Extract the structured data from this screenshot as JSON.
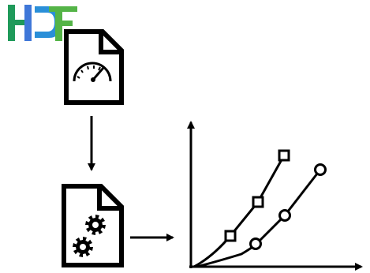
{
  "logo": {
    "text": "HDF",
    "colors": {
      "h_left": "#1f9a5a",
      "h_right": "#3f77d8",
      "d": "#2a8fd8",
      "f": "#54b447"
    }
  },
  "icons": {
    "config_file": "speedometer-document-icon",
    "processing_file": "gears-document-icon",
    "chart": "performance-chart-icon"
  },
  "colors": {
    "stroke": "#000000",
    "background": "#ffffff"
  },
  "chart_data": {
    "type": "line",
    "series": [
      {
        "marker": "square",
        "x": [
          1,
          2,
          3
        ],
        "y": [
          1,
          2,
          3
        ]
      },
      {
        "marker": "circle",
        "x": [
          1,
          2,
          3,
          4
        ],
        "y": [
          0.5,
          1.2,
          2,
          3
        ]
      }
    ],
    "title": "",
    "xlabel": "",
    "ylabel": "",
    "grid": false
  }
}
